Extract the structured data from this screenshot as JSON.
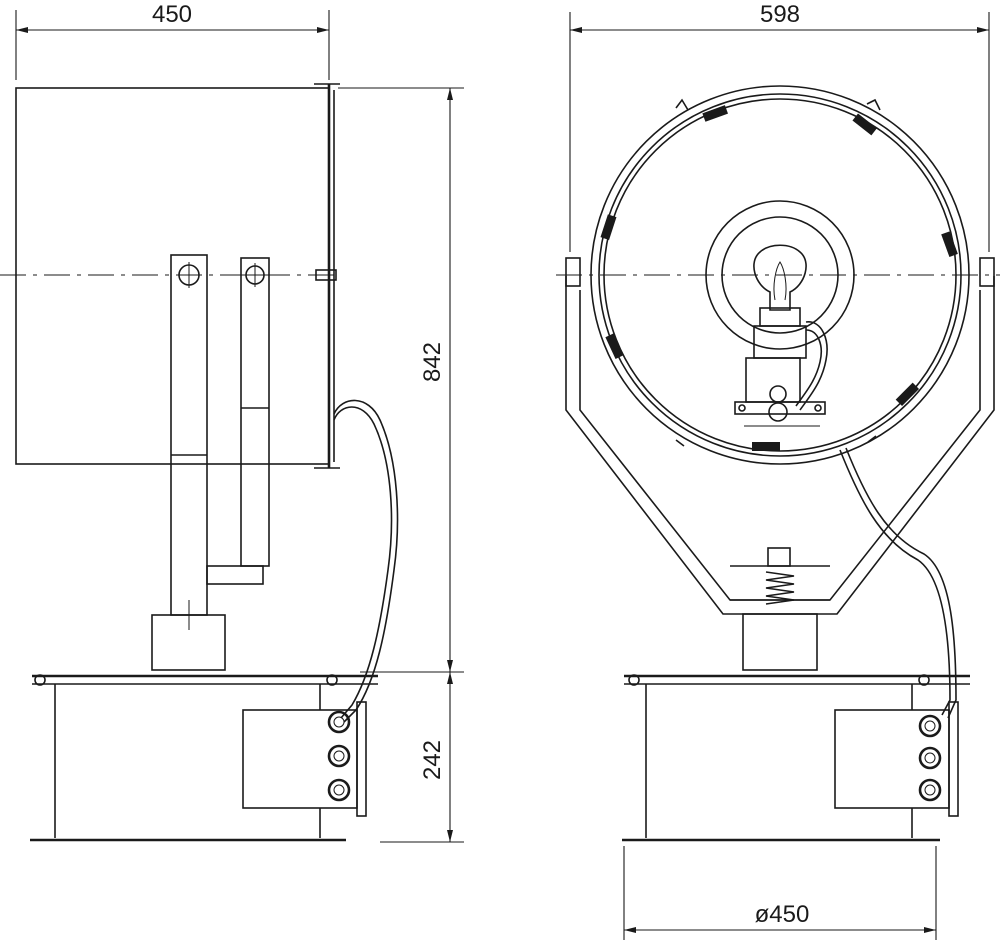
{
  "drawing": {
    "dimensions": {
      "side_width": "450",
      "front_width": "598",
      "total_height": "842",
      "base_height": "242",
      "base_diameter": "ø450"
    }
  }
}
